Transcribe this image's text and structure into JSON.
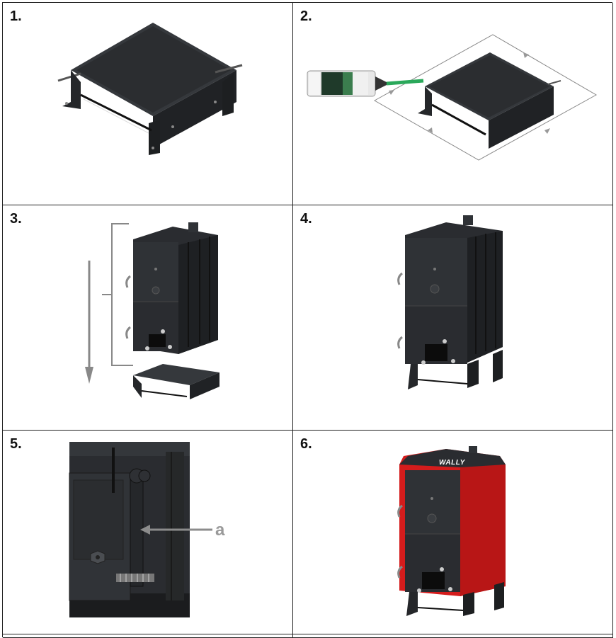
{
  "steps": [
    {
      "number": "1."
    },
    {
      "number": "2."
    },
    {
      "number": "3."
    },
    {
      "number": "4."
    },
    {
      "number": "5."
    },
    {
      "number": "6."
    }
  ],
  "step5": {
    "callout_label": "a"
  },
  "step6": {
    "brand_label": "WALLY"
  },
  "colors": {
    "metal_dark": "#2b2d30",
    "metal_top": "#3d4044",
    "casing_red": "#d41c1c",
    "arrow_gray": "#8c8c8c",
    "sealant_green": "#2aa85a"
  }
}
